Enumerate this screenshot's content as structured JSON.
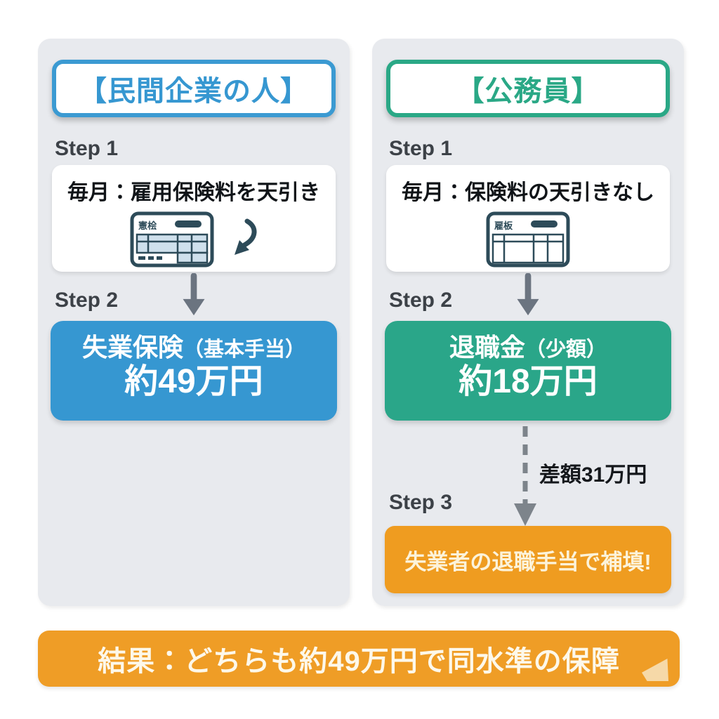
{
  "columns": {
    "private": {
      "header": "【民間企業の人】",
      "step1_label": "Step 1",
      "step1_text": "毎月：雇用保険料を天引き",
      "payslip_icon_label": "憲桧",
      "step2_label": "Step 2",
      "box_line1_main": "失業保険",
      "box_line1_sub": "（基本手当）",
      "box_line2": "約49万円"
    },
    "public": {
      "header": "【公務員】",
      "step1_label": "Step 1",
      "step1_text": "毎月：保険料の天引きなし",
      "payslip_icon_label": "雇板",
      "step2_label": "Step 2",
      "box_line1_main": "退職金",
      "box_line1_sub": "（少額）",
      "box_line2": "約18万円",
      "gap_label": "差額31万円",
      "step3_label": "Step 3",
      "step3_text": "失業者の退職手当で補填!"
    }
  },
  "footer": {
    "text": "結果：どちらも約49万円で同水準の保障"
  },
  "colors": {
    "private_accent": "#3697d1",
    "public_accent": "#2aa886",
    "step3_orange": "#ef9c20",
    "footer_orange": "#ef9d26",
    "column_background": "#e8eaee",
    "arrow_gray": "#6b7480",
    "payslip_stroke": "#2d4b59",
    "payslip_cell_blue": "#cfe0ec"
  }
}
